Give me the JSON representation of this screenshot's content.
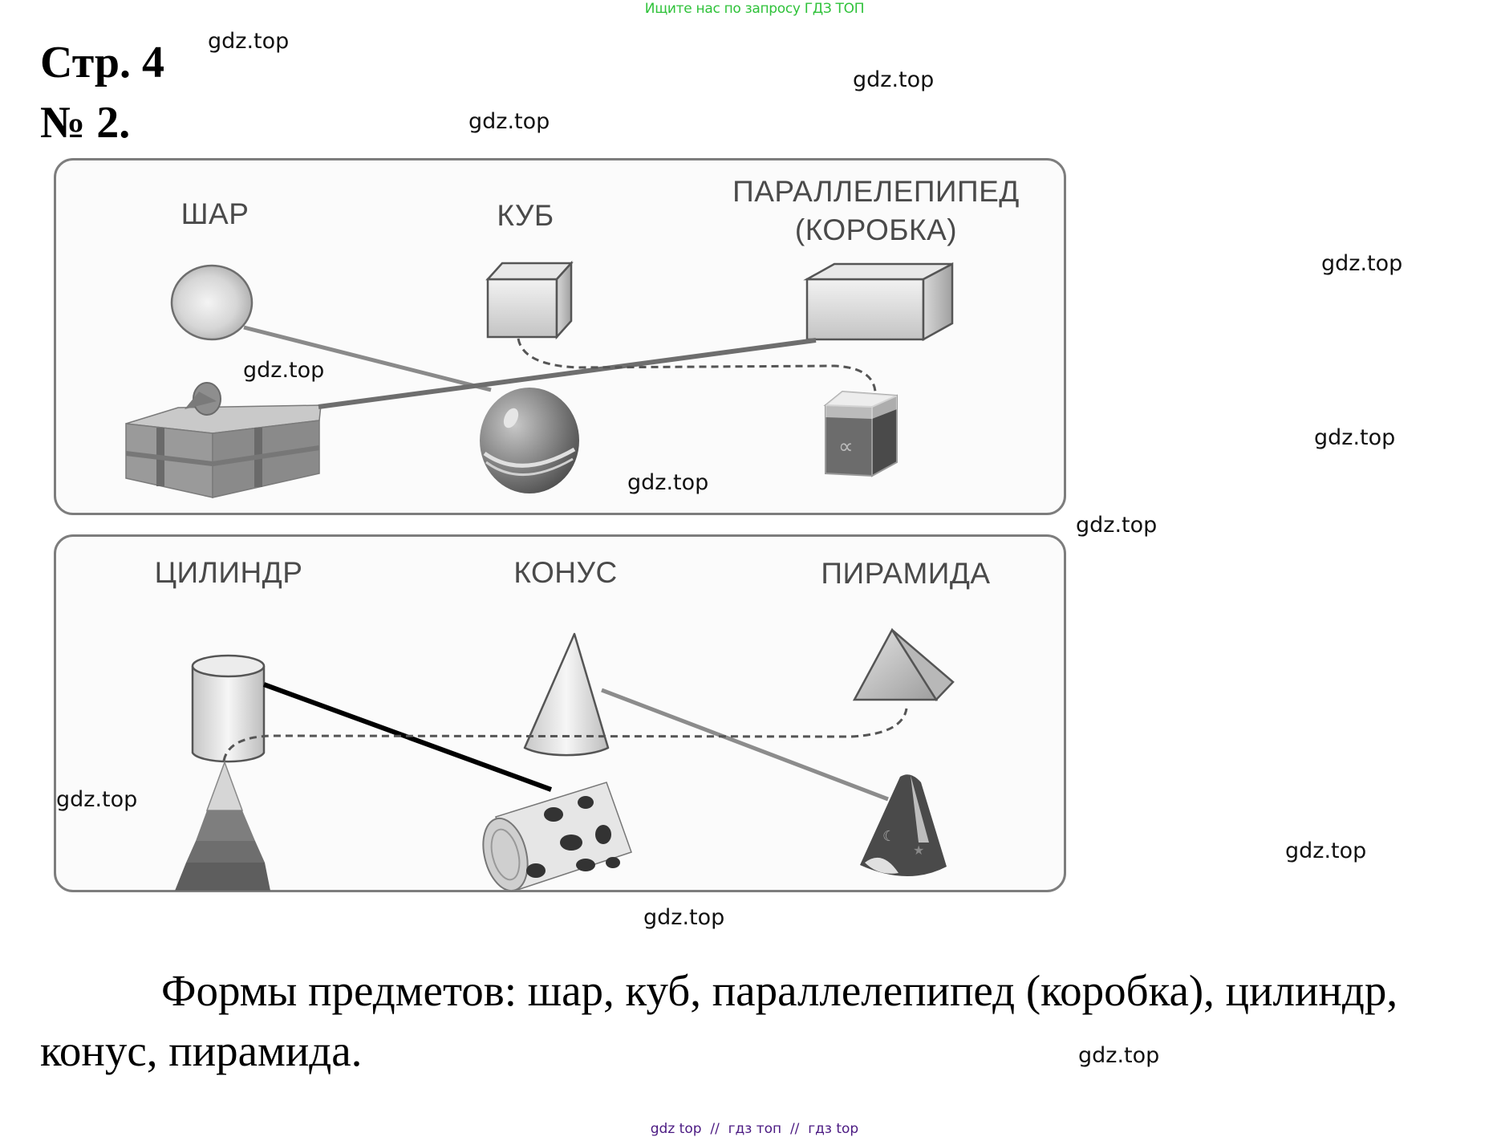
{
  "banner": {
    "text": "Ищите нас по запросу ГДЗ ТОП",
    "color": "#2fc23a"
  },
  "header": {
    "page": "Стр. 4",
    "exercise": "№ 2."
  },
  "watermark": "gdz.top",
  "panels": {
    "top": {
      "labels": {
        "sphere": "ШАР",
        "cube": "КУБ",
        "box_line1": "ПАРАЛЛЕЛЕПИПЕД",
        "box_line2": "(КОРОБКА)"
      },
      "objects": [
        "sphere-shape",
        "cube-shape",
        "box-shape",
        "gift-box",
        "ball",
        "aquarium-cube"
      ],
      "connections": [
        {
          "from": "sphere-shape",
          "to": "ball",
          "style": "solid-gray"
        },
        {
          "from": "box-shape",
          "to": "gift-box",
          "style": "solid-darkgray"
        },
        {
          "from": "cube-shape",
          "to": "aquarium-cube",
          "style": "dashed"
        }
      ]
    },
    "bottom": {
      "labels": {
        "cylinder": "ЦИЛИНДР",
        "cone": "КОНУС",
        "pyramid": "ПИРАМИДА"
      },
      "objects": [
        "cylinder-shape",
        "cone-shape",
        "pyramid-shape",
        "pyramid-toy",
        "tin-can",
        "party-hat"
      ],
      "connections": [
        {
          "from": "cylinder-shape",
          "to": "tin-can",
          "style": "solid-black"
        },
        {
          "from": "cone-shape",
          "to": "party-hat",
          "style": "solid-gray"
        },
        {
          "from": "pyramid-shape",
          "to": "pyramid-toy",
          "style": "dashed"
        }
      ]
    }
  },
  "answer": {
    "line1": "Формы предметов: шар, куб, параллелепипед (коробка), цилиндр,",
    "line2": "конус, пирамида."
  },
  "footer": "gdz top  //  гдз топ  //  гдз top",
  "colors": {
    "footer": "#4b1a82",
    "panel_border": "#7d7d7d"
  }
}
